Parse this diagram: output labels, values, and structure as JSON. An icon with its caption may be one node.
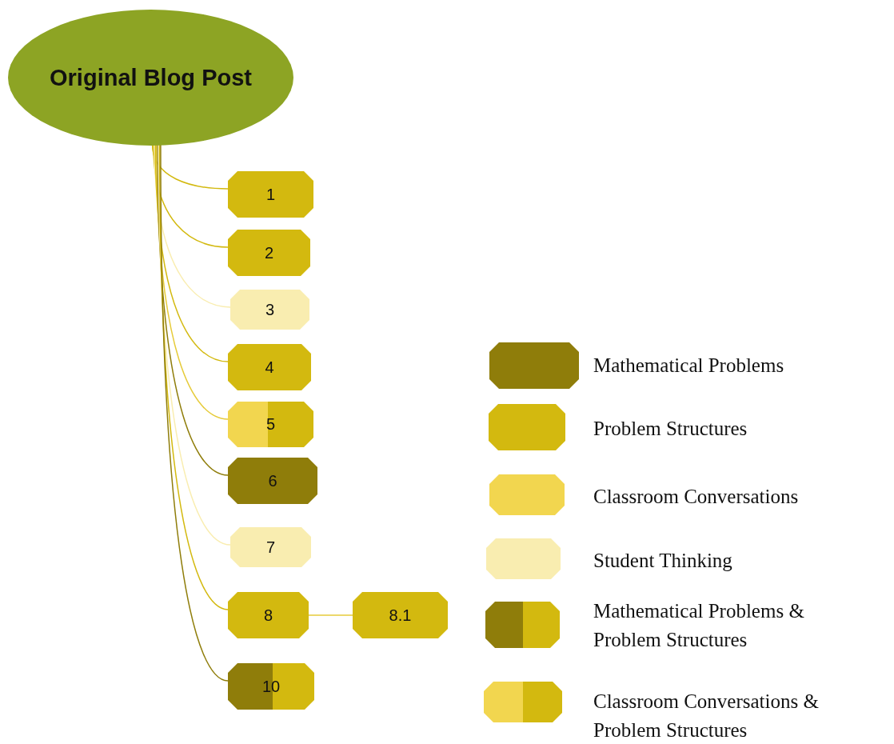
{
  "diagram": {
    "nodes": [
      {
        "text": [
          "Original Blog Post"
        ]
      },
      {
        "text": [
          "1"
        ]
      },
      {
        "text": [
          "2"
        ]
      },
      {
        "text": [
          "3"
        ]
      },
      {
        "text": [
          "4"
        ]
      },
      {
        "text": [
          "5"
        ]
      },
      {
        "text": [
          "6"
        ]
      },
      {
        "text": [
          "7"
        ]
      },
      {
        "text": [
          "8"
        ]
      },
      {
        "text": [
          "8.1"
        ]
      },
      {
        "text": [
          "10"
        ]
      }
    ],
    "edges": [
      {
        "from": 0,
        "to": 1,
        "arrow": "none"
      },
      {
        "from": 0,
        "to": 2,
        "arrow": "none"
      },
      {
        "from": 0,
        "to": 3,
        "arrow": "none",
        "color": "#f9edb0"
      },
      {
        "from": 0,
        "to": 4,
        "arrow": "none"
      },
      {
        "from": 0,
        "to": 5,
        "arrow": "none",
        "color": "#e6cb3a"
      },
      {
        "from": 0,
        "to": 6,
        "arrow": "none",
        "color": "#8f7d0a"
      },
      {
        "from": 0,
        "to": 7,
        "arrow": "none",
        "color": "#f9edb0"
      },
      {
        "from": 0,
        "to": 8,
        "arrow": "none"
      },
      {
        "from": 0,
        "to": 10,
        "arrow": "none",
        "color": "#8f7d0a"
      },
      {
        "from": 8,
        "to": 9,
        "arrow": "none",
        "color": "#e6cb3a"
      }
    ],
    "legend": [
      {
        "text": "Mathematical Problems",
        "color": "#8f7d0a"
      },
      {
        "text": "Problem Structures",
        "color": "#d3b90f"
      },
      {
        "text": "Classroom Conversations",
        "color": "#f2d64f"
      },
      {
        "text": "Student Thinking",
        "color": "#f9edb0"
      },
      {
        "text": "Mathematical Problems & Problem Structures"
      },
      {
        "text": "Classroom Conversations & Problem Structures"
      }
    ]
  }
}
